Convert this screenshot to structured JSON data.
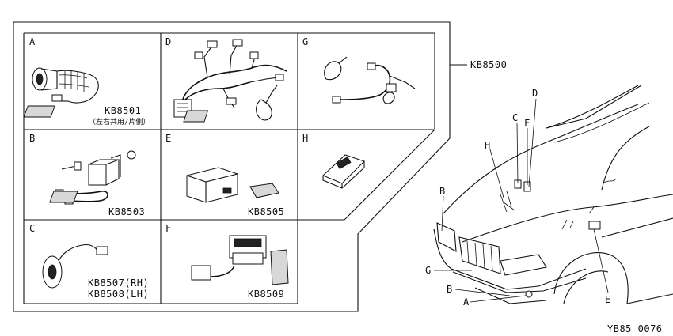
{
  "kit_code": "KB8500",
  "drawing_ref": "YB85 0076",
  "panels": [
    {
      "letter": "A",
      "code": "KB8501",
      "note": "（左右共用/片側）"
    },
    {
      "letter": "B",
      "code": "KB8503"
    },
    {
      "letter": "C",
      "code": "KB8507(RH)",
      "code2": "KB8508(LH)"
    },
    {
      "letter": "D"
    },
    {
      "letter": "E",
      "code": "KB8505"
    },
    {
      "letter": "F",
      "code": "KB8509"
    },
    {
      "letter": "G"
    },
    {
      "letter": "H"
    }
  ],
  "car_callouts": [
    "D",
    "C",
    "F",
    "H",
    "B",
    "G",
    "B",
    "A",
    "E"
  ]
}
